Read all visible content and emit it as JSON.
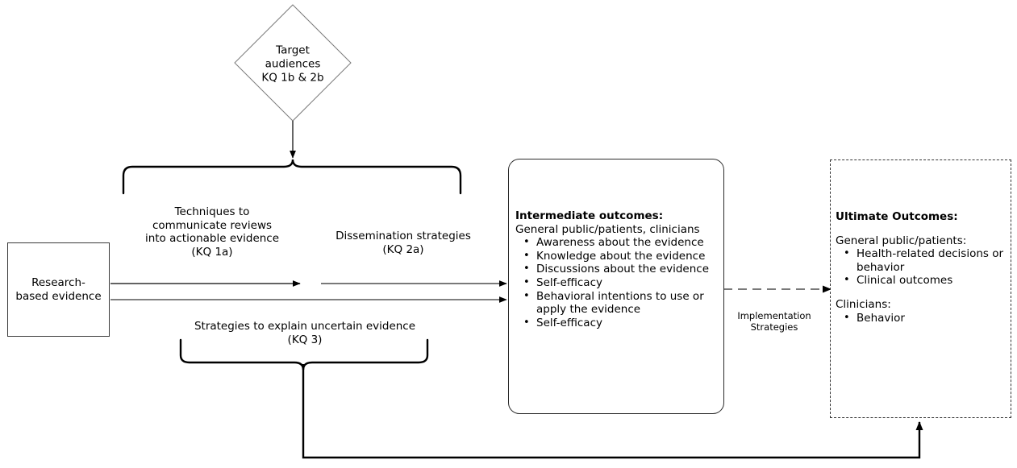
{
  "diagram": {
    "title_hidden": "Analytic framework",
    "nodes": {
      "research": {
        "name": "research-based-evidence",
        "line1": "Research-",
        "line2": "based evidence"
      },
      "target_audiences": {
        "name": "target-audiences",
        "line1": "Target",
        "line2": "audiences",
        "line3": "KQ 1b & 2b"
      },
      "intermediate": {
        "name": "intermediate-outcomes",
        "header": "Intermediate outcomes:",
        "subheader": "General public/patients, clinicians",
        "bullets": [
          "Awareness about the evidence",
          "Knowledge about the evidence",
          "Discussions about the evidence",
          "Self-efficacy",
          "Behavioral intentions to use or apply the evidence",
          "Self-efficacy"
        ]
      },
      "ultimate": {
        "name": "ultimate-outcomes",
        "header": "Ultimate Outcomes:",
        "group1_label": "General public/patients:",
        "group1_bullets": [
          "Health-related decisions or behavior",
          "Clinical outcomes"
        ],
        "group2_label": "Clinicians:",
        "group2_bullets": [
          "Behavior"
        ]
      }
    },
    "labels": {
      "techniques": "Techniques to\ncommunicate reviews\ninto actionable evidence\n(KQ 1a)",
      "techniques_l1": "Techniques to",
      "techniques_l2": "communicate reviews",
      "techniques_l3": "into actionable evidence",
      "techniques_l4": "(KQ 1a)",
      "dissemination_l1": "Dissemination strategies",
      "dissemination_l2": "(KQ 2a)",
      "strategies_l1": "Strategies to explain uncertain evidence",
      "strategies_l2": "(KQ 3)",
      "implementation_l1": "Implementation",
      "implementation_l2": "Strategies"
    },
    "colors": {
      "stroke": "#000000",
      "box_border": "#2b2b2b",
      "diamond_border": "#7a7a7a",
      "dashed_border": "#333333",
      "background": "#ffffff"
    }
  }
}
